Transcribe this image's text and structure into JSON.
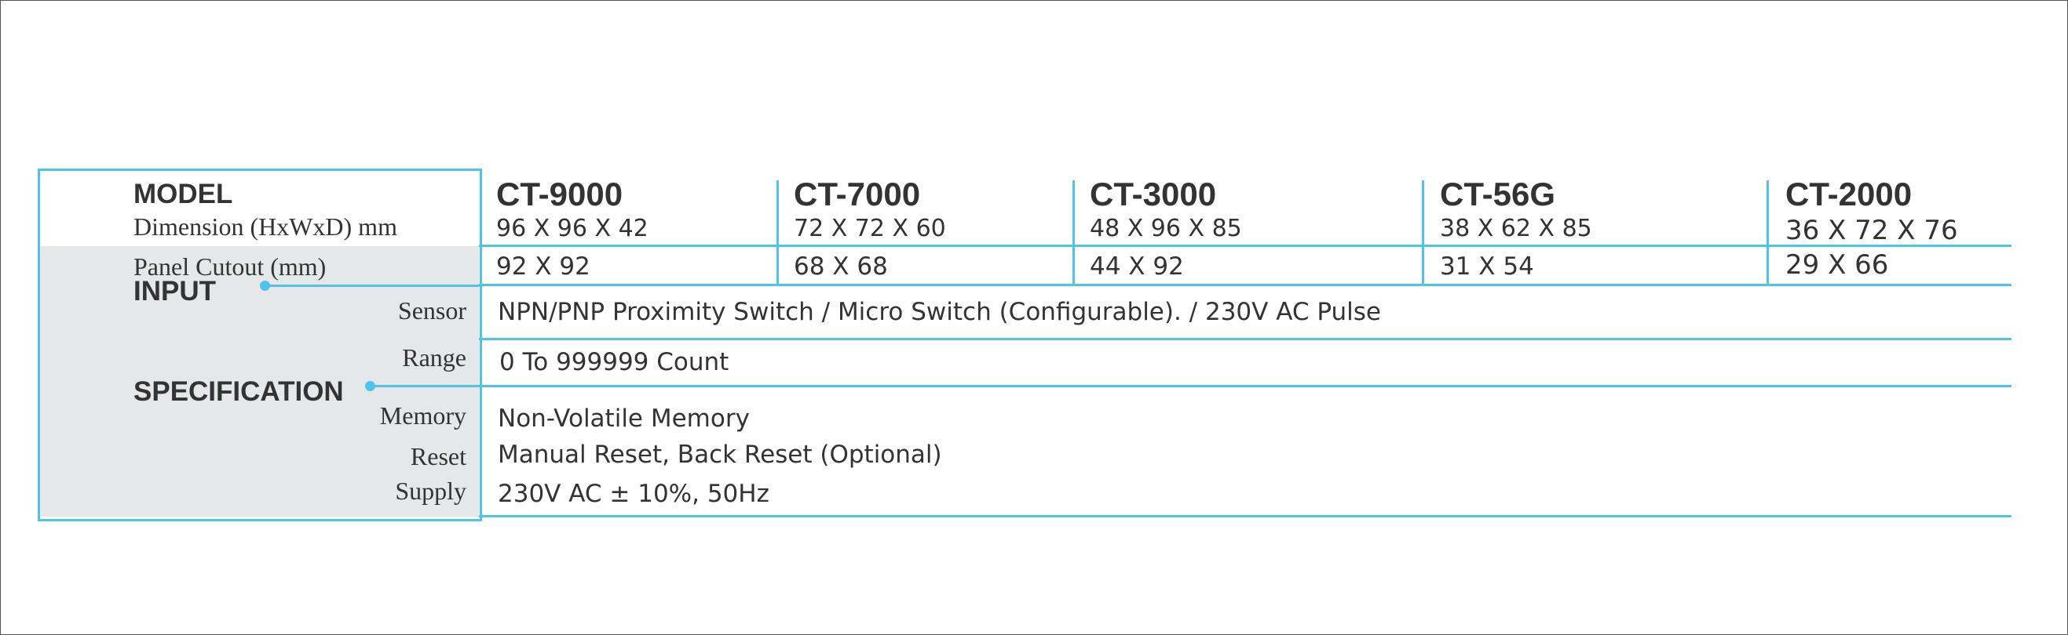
{
  "header": {
    "model_label": "MODEL",
    "dimension_label": "Dimension (HxWxD) mm",
    "cutout_label": "Panel Cutout (mm)"
  },
  "models": [
    {
      "name": "CT-9000",
      "dimension": "96 X 96 X 42",
      "cutout": "92 X 92"
    },
    {
      "name": "CT-7000",
      "dimension": "72 X 72 X 60",
      "cutout": "68 X 68"
    },
    {
      "name": "CT-3000",
      "dimension": "48 X 96 X 85",
      "cutout": "44 X 92"
    },
    {
      "name": "CT-56G",
      "dimension": "38 X 62 X 85",
      "cutout": "31 X 54"
    },
    {
      "name": "CT-2000",
      "dimension": "36 X 72 X 76",
      "cutout": "29 X 66"
    }
  ],
  "sections": {
    "input": "INPUT",
    "specification": "SPECIFICATION"
  },
  "rows": [
    {
      "label": "Sensor",
      "value": "NPN/PNP Proximity Switch / Micro Switch (Configurable). / 230V AC Pulse"
    },
    {
      "label": "Range",
      "value": "0 To 999999 Count"
    },
    {
      "label": "Memory",
      "value": "Non-Volatile Memory"
    },
    {
      "label": "Reset",
      "value": "Manual Reset, Back Reset  (Optional)"
    },
    {
      "label": "Supply",
      "value": "230V AC ± 10%, 50Hz"
    }
  ],
  "colors": {
    "accent": "#4fc3ec",
    "panel": "#e6e7e8",
    "text": "#333333"
  }
}
